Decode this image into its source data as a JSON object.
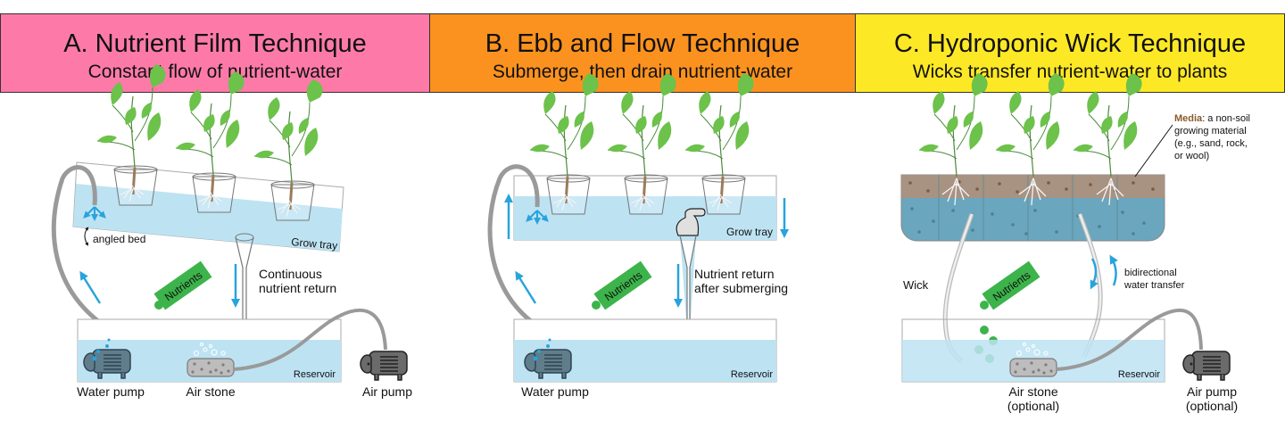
{
  "colors": {
    "panel_a": "#fd7aa8",
    "panel_b": "#fb921f",
    "panel_c": "#fde826",
    "water": "#bde3f3",
    "arrow": "#29a3dc",
    "nutrient": "#3cb44b",
    "media": "#a89282",
    "media_water": "#6aa6bd",
    "tube": "#9a9a9a",
    "pump_water": "#607d8b",
    "pump_air": "#6b6b6b",
    "leaf": "#6cc24a",
    "media_label": "#8b5a2b"
  },
  "panels": [
    {
      "id": "A",
      "title": "A. Nutrient Film Technique",
      "subtitle": "Constant flow of nutrient-water",
      "labels": {
        "angled_bed": "angled bed",
        "grow_tray": "Grow tray",
        "return_line1": "Continuous",
        "return_line2": "nutrient return",
        "nutrients": "Nutrients",
        "reservoir": "Reservoir",
        "water_pump": "Water pump",
        "air_stone": "Air stone",
        "air_pump": "Air pump"
      }
    },
    {
      "id": "B",
      "title": "B. Ebb and Flow Technique",
      "subtitle": "Submerge, then drain nutrient-water",
      "labels": {
        "grow_tray": "Grow tray",
        "return_line1": "Nutrient return",
        "return_line2": "after submerging",
        "nutrients": "Nutrients",
        "reservoir": "Reservoir",
        "water_pump": "Water pump"
      }
    },
    {
      "id": "C",
      "title": "C. Hydroponic Wick Technique",
      "subtitle": "Wicks transfer nutrient-water to plants",
      "labels": {
        "media_term": "Media",
        "media_line1": ": a non-soil",
        "media_line2": "growing material",
        "media_line3": "(e.g., sand, rock,",
        "media_line4": "or wool)",
        "wick": "Wick",
        "transfer_line1": "bidirectional",
        "transfer_line2": "water transfer",
        "nutrients": "Nutrients",
        "reservoir": "Reservoir",
        "air_stone_line1": "Air stone",
        "air_stone_line2": "(optional)",
        "air_pump_line1": "Air pump",
        "air_pump_line2": "(optional)"
      }
    }
  ]
}
